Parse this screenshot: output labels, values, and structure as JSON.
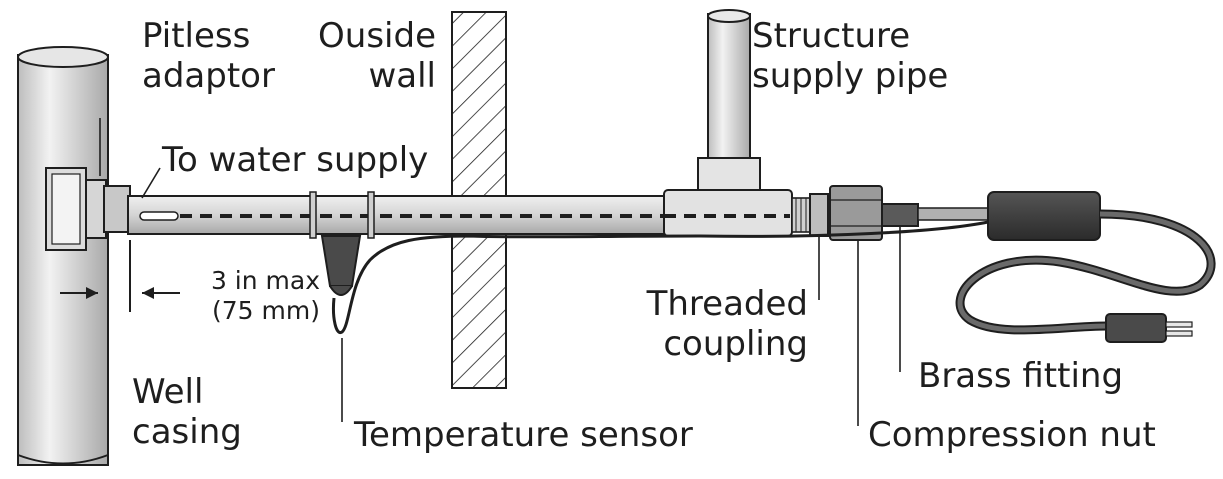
{
  "labels": {
    "pitless_adaptor": [
      "Pitless",
      "adaptor"
    ],
    "outside_wall": [
      "Ouside",
      "wall"
    ],
    "structure_supply_pipe": [
      "Structure",
      "supply pipe"
    ],
    "to_water_supply": "To water supply",
    "distance_max": [
      "3 in max",
      "(75 mm)"
    ],
    "well_casing": [
      "Well",
      "casing"
    ],
    "temperature_sensor": "Temperature sensor",
    "threaded_coupling": [
      "Threaded",
      "coupling"
    ],
    "brass_fitting": "Brass fitting",
    "compression_nut": "Compression nut"
  },
  "colors": {
    "ink": "#1e1e1e",
    "pipe_fill": "#cfcfcf",
    "pipe_light": "#e9e9e9",
    "wall_fill": "#ffffff",
    "control_box": "#3a3a3a",
    "cable": "#2a2a2a",
    "heating_cable_dashes": "#1e1e1e"
  }
}
